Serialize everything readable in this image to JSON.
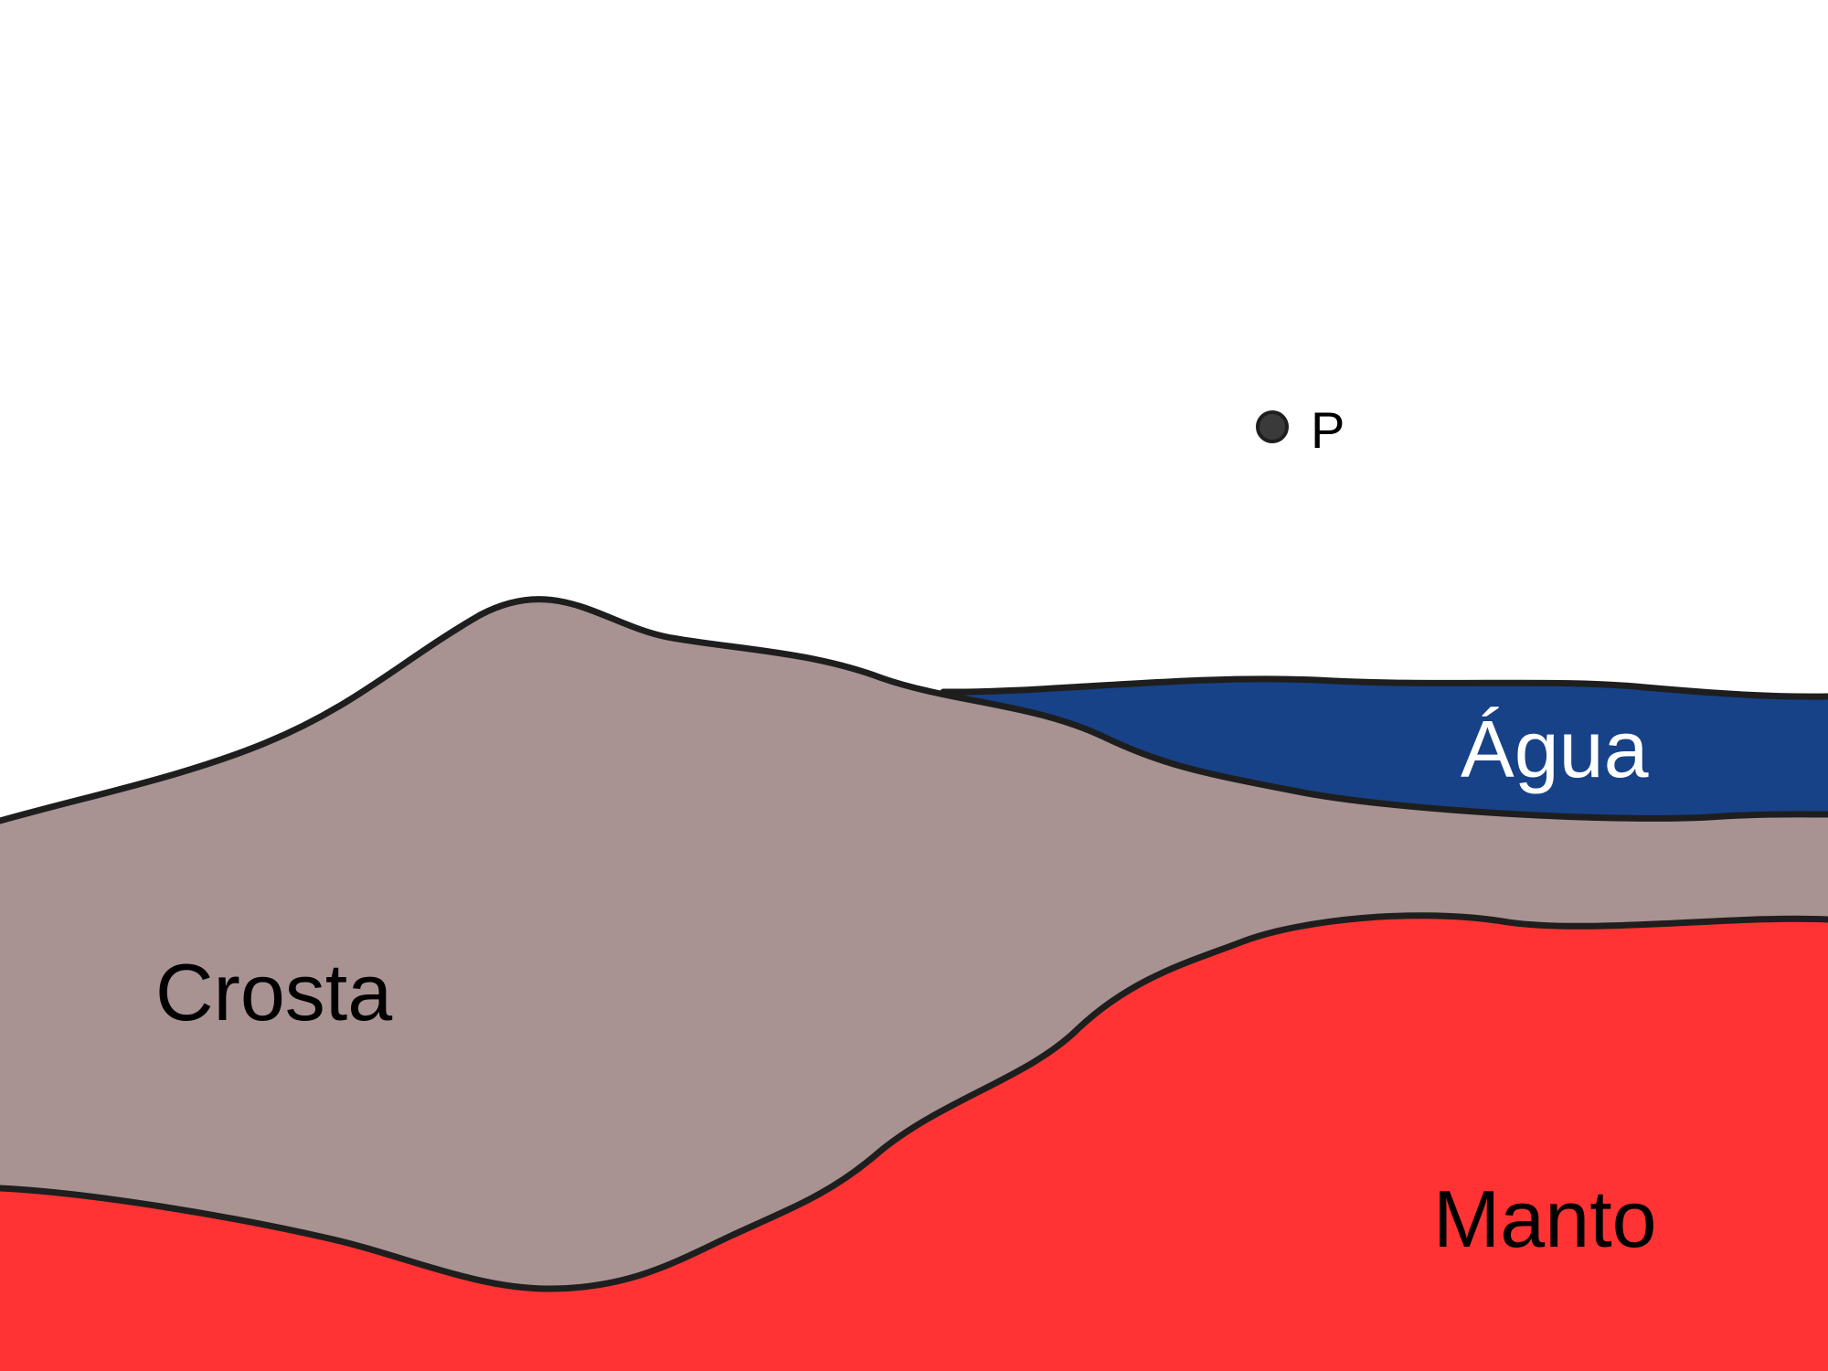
{
  "diagram": {
    "layers": {
      "crust": {
        "label": "Crosta",
        "color": "#a89292"
      },
      "water": {
        "label": "Água",
        "color": "#174287"
      },
      "mantle": {
        "label": "Manto",
        "color": "#ff3333"
      }
    },
    "point": {
      "label": "P"
    },
    "colors": {
      "outline": "#1e1e1e",
      "background": "#ffffff",
      "point_fill": "#3a3a3a"
    }
  }
}
